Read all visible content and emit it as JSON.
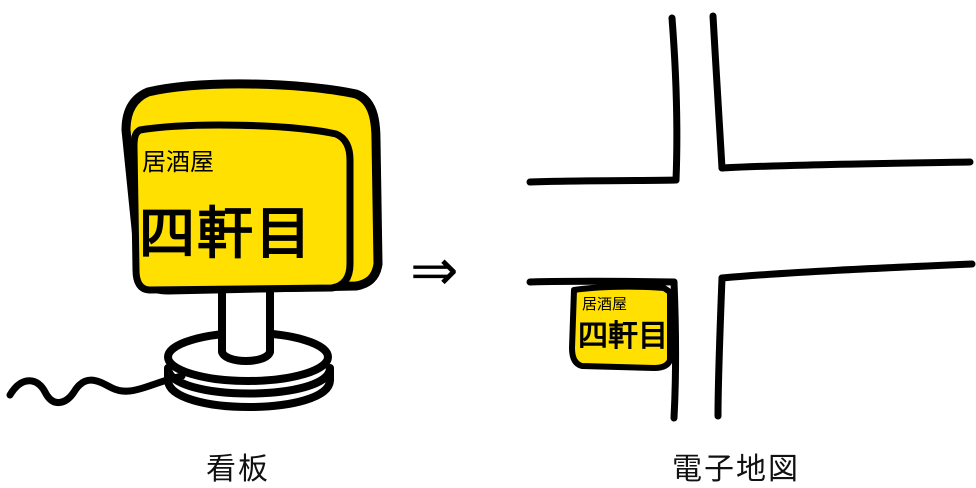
{
  "signboard": {
    "category": "居酒屋",
    "name": "四軒目",
    "color": "#FFE000"
  },
  "map_marker": {
    "category": "居酒屋",
    "name": "四軒目",
    "color": "#FFE000"
  },
  "arrow": "⇒",
  "captions": {
    "left": "看板",
    "right": "電子地図"
  }
}
